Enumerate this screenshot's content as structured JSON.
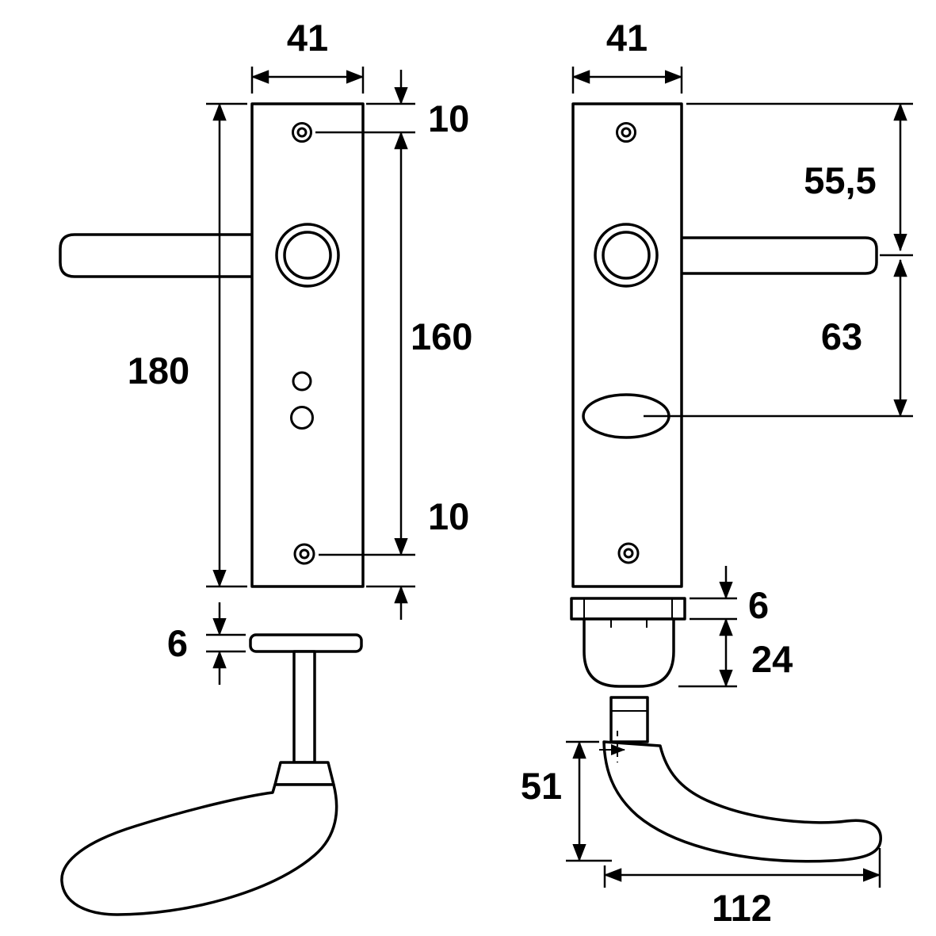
{
  "diagram": {
    "kind": "technical-drawing",
    "subject": "door handle on backplate - dimensioned drawing, front view (left) and side view (right)",
    "unit": "mm",
    "colors": {
      "line": "#000000",
      "background": "#ffffff"
    },
    "left_view": {
      "plate_width": "41",
      "top_hole_offset": "10",
      "hole_spacing": "160",
      "plate_height": "180",
      "bottom_hole_offset": "10",
      "rosette_thickness": "6"
    },
    "right_view": {
      "plate_width": "41",
      "top_to_handle_center": "55,5",
      "handle_to_cylinder_center": "63",
      "collar_thickness": "6",
      "spring_unit_height": "24",
      "grip_height": "51",
      "grip_length": "112"
    }
  }
}
